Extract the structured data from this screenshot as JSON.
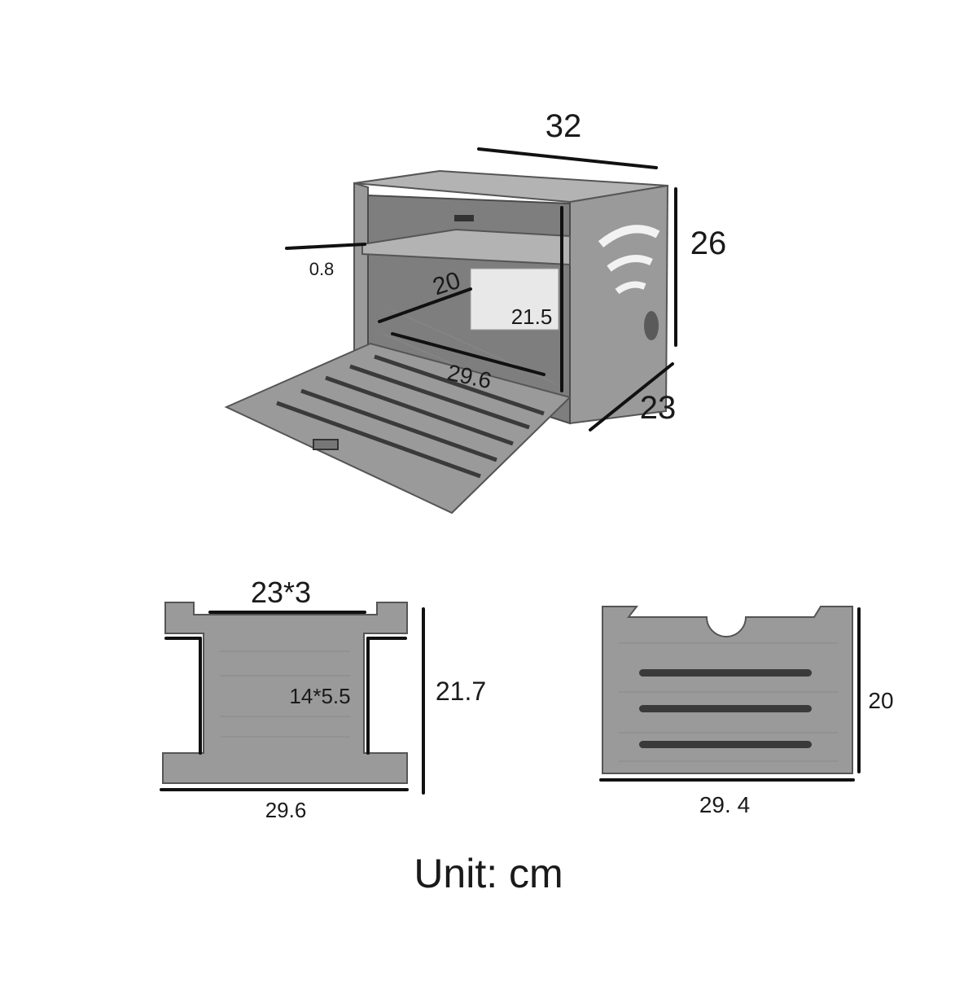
{
  "box": {
    "width_label": "32",
    "height_label": "26",
    "depth_label": "23",
    "shelf_thickness_label": "0.8",
    "inner_depth_label": "20",
    "inner_height_label": "21.5",
    "inner_width_label": "29.6"
  },
  "shelf_panel": {
    "top_label": "23*3",
    "center_label": "14*5.5",
    "height_label": "21.7",
    "width_label": "29.6"
  },
  "back_panel": {
    "height_label": "20",
    "width_label": "29. 4"
  },
  "footer": {
    "unit_label": "Unit: cm"
  }
}
